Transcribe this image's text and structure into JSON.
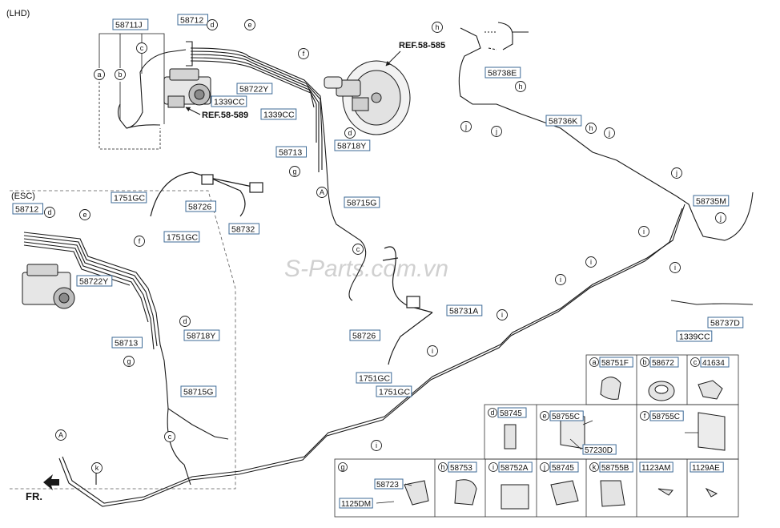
{
  "header": {
    "lhd": "(LHD)",
    "esc": "(ESC)"
  },
  "refs": {
    "ref_585": "REF.58-585",
    "ref_589": "REF.58-589"
  },
  "direction": {
    "fr": "FR."
  },
  "watermark": "S-Parts.com.vn",
  "part_labels": [
    "58711J",
    "58712",
    "58722Y",
    "1339CC",
    "1339CC",
    "58713",
    "58718Y",
    "58715G",
    "1751GC",
    "58726",
    "1751GC",
    "58732",
    "58738E",
    "58736K",
    "58735M",
    "58737D",
    "1339CC",
    "58731A",
    "58726",
    "1751GC",
    "1751GC",
    "58712",
    "58722Y",
    "58713",
    "58718Y",
    "58715G"
  ],
  "circle_letters": [
    "a",
    "b",
    "c",
    "d",
    "e",
    "f",
    "d",
    "g",
    "A",
    "h",
    "h",
    "j",
    "j",
    "h",
    "j",
    "j",
    "j",
    "i",
    "i",
    "i",
    "i",
    "i",
    "i",
    "i",
    "c",
    "d",
    "e",
    "f",
    "d",
    "g",
    "c",
    "A",
    "k"
  ],
  "legend": {
    "row1": [
      {
        "letter": "a",
        "part": "58751F"
      },
      {
        "letter": "b",
        "part": "58672"
      },
      {
        "letter": "c",
        "part": "41634"
      }
    ],
    "row2": [
      {
        "letter": "d",
        "part": "58745"
      },
      {
        "letter": "e",
        "parts": [
          "58755C",
          "57230D"
        ]
      },
      {
        "letter": "f",
        "part": "58755C"
      }
    ],
    "row3": [
      {
        "letter": "g",
        "parts": [
          "58723",
          "1125DM"
        ]
      },
      {
        "letter": "h",
        "part": "58753"
      },
      {
        "letter": "i",
        "part": "58752A"
      },
      {
        "letter": "j",
        "part": "58745"
      },
      {
        "letter": "k",
        "part": "58755B"
      },
      {
        "letter": "",
        "part": "1123AM"
      },
      {
        "letter": "",
        "part": "1129AE"
      }
    ]
  },
  "colors": {
    "label_border": "#3c6a96",
    "line": "#1a1a1a"
  }
}
